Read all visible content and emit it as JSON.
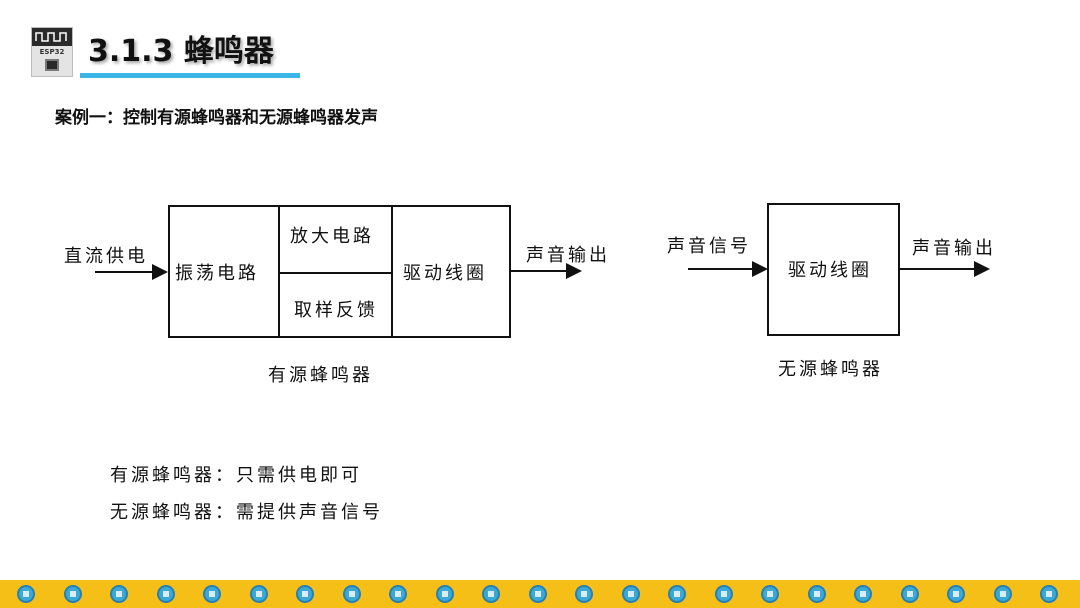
{
  "header": {
    "logo_label": "ESP32",
    "title": "3.1.3 蜂鸣器"
  },
  "subtitle": "案例一：控制有源蜂鸣器和无源蜂鸣器发声",
  "active_diagram": {
    "input_label": "直流供电",
    "oscillator": "振荡电路",
    "amplifier": "放大电路",
    "feedback": "取样反馈",
    "driver": "驱动线圈",
    "output_label": "声音输出",
    "caption": "有源蜂鸣器"
  },
  "passive_diagram": {
    "input_label": "声音信号",
    "driver": "驱动线圈",
    "output_label": "声音输出",
    "caption": "无源蜂鸣器"
  },
  "notes": [
    "有源蜂鸣器：只需供电即可",
    "无源蜂鸣器：需提供声音信号"
  ],
  "colors": {
    "accent": "#3bb6e6",
    "footer": "#f5bf17"
  }
}
